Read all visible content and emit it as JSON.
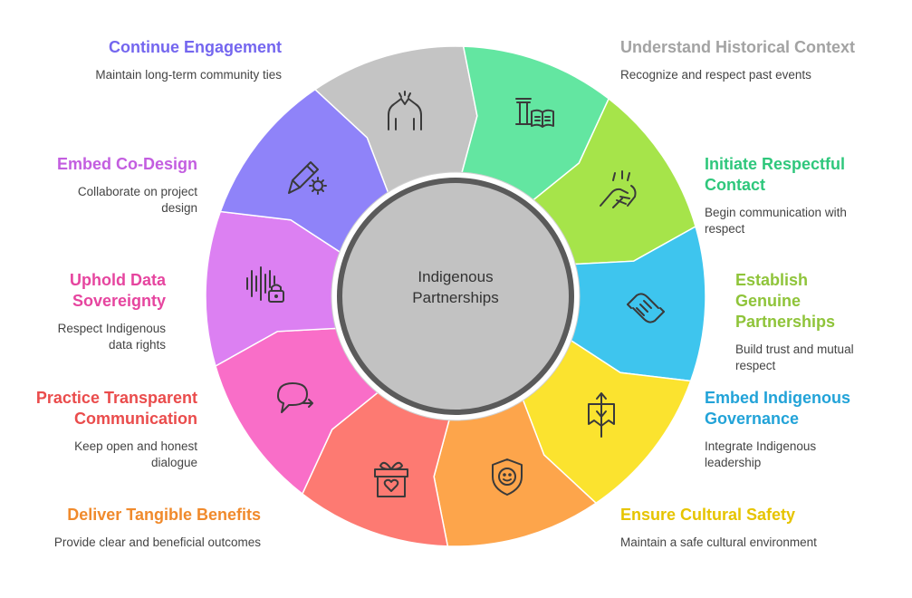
{
  "center": {
    "line1": "Indigenous",
    "line2": "Partnerships"
  },
  "segments": [
    {
      "title_lines": [
        "Understand Historical Context"
      ],
      "desc_lines": [
        "Recognize and respect past events"
      ],
      "color": "#c4c4c4",
      "title_color": "#a3a3a3",
      "icon": "column-book-icon"
    },
    {
      "title_lines": [
        "Initiate Respectful",
        "Contact"
      ],
      "desc_lines": [
        "Begin communication with",
        "respect"
      ],
      "color": "#63e6a1",
      "title_color": "#2fc77c",
      "icon": "helping-hands-icon"
    },
    {
      "title_lines": [
        "Establish",
        "Genuine",
        "Partnerships"
      ],
      "desc_lines": [
        "Build trust and mutual",
        "respect"
      ],
      "color": "#a6e44a",
      "title_color": "#8fc43a",
      "icon": "handshake-icon"
    },
    {
      "title_lines": [
        "Embed Indigenous",
        "Governance"
      ],
      "desc_lines": [
        "Integrate Indigenous",
        "leadership"
      ],
      "color": "#3ec5ee",
      "title_color": "#22a3d8",
      "icon": "banner-icon"
    },
    {
      "title_lines": [
        "Ensure Cultural Safety"
      ],
      "desc_lines": [
        "Maintain a safe cultural environment"
      ],
      "color": "#fbe32f",
      "title_color": "#e6c400",
      "icon": "shield-smile-icon"
    },
    {
      "title_lines": [
        "Deliver Tangible Benefits"
      ],
      "desc_lines": [
        "Provide clear and beneficial outcomes"
      ],
      "color": "#fda54b",
      "title_color": "#f08a2c",
      "icon": "gift-heart-icon"
    },
    {
      "title_lines": [
        "Practice Transparent",
        "Communication"
      ],
      "desc_lines": [
        "Keep open and honest",
        "dialogue"
      ],
      "color": "#fd7a72",
      "title_color": "#ea4c4c",
      "icon": "chat-bubbles-icon"
    },
    {
      "title_lines": [
        "Uphold Data",
        "Sovereignty"
      ],
      "desc_lines": [
        "Respect Indigenous",
        "data rights"
      ],
      "color": "#f96ec8",
      "title_color": "#e6459f",
      "icon": "audio-lock-icon"
    },
    {
      "title_lines": [
        "Embed Co-Design"
      ],
      "desc_lines": [
        "Collaborate on project",
        "design"
      ],
      "color": "#dc80f2",
      "title_color": "#c35ee0",
      "icon": "pencil-gear-icon"
    },
    {
      "title_lines": [
        "Continue Engagement"
      ],
      "desc_lines": [
        "Maintain long-term community ties"
      ],
      "color": "#8f83f9",
      "title_color": "#7466ef",
      "icon": "high-five-icon"
    }
  ]
}
